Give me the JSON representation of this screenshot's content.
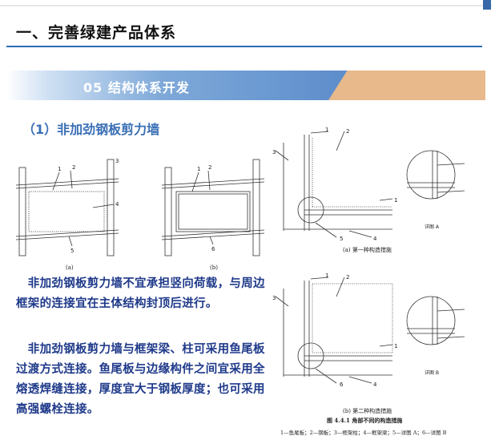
{
  "slide": {
    "title": "一、完善绿建产品体系",
    "banner": "05  结构体系开发",
    "subtitle": "（1）非加劲钢板剪力墙",
    "paragraph1": "　非加劲钢板剪力墙不宜承担竖向荷载，与周边框架的连接宜在主体结构封顶后进行。",
    "paragraph2": "　非加劲钢板剪力墙与框架梁、柱可采用鱼尾板过渡方式连接。鱼尾板与边缘构件之间宜采用全熔透焊缝连接，厚度宜大于钢板厚度；也可采用高强螺栓连接。"
  },
  "figures": {
    "fig_a_label": "(a)",
    "fig_b_label": "(b)",
    "measure_a_caption": "(a)  第一种构造措施",
    "measure_b_caption": "(b)  第二种构造措施",
    "detail_a": "详图 A",
    "detail_b": "详图 B",
    "figure_title": "图 4.4.1  角部不同的构造措施",
    "legend": "1—鱼尾板；2—钢板；3—框架柱；4—框架梁；5—详图 A；6—详图 B",
    "n1": "1",
    "n2": "2",
    "n3": "3",
    "n4": "4",
    "n5": "5",
    "n6": "6"
  },
  "colors": {
    "accent": "#2a6fb6",
    "banner_orange": "#e7b98b",
    "text_blue": "#1f3a8a"
  }
}
